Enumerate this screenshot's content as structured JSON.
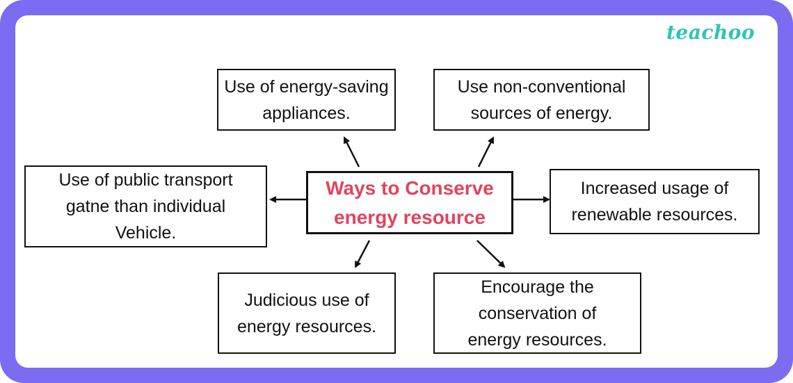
{
  "brand": {
    "logo_text": "teachoo"
  },
  "colors": {
    "frame": "#7b6cf2",
    "center_text": "#e0445e",
    "logo": "#2ec4b6"
  },
  "center": {
    "text": "Ways to Conserve energy resource"
  },
  "nodes": {
    "energy_saving": "Use of energy-saving appliances.",
    "non_conventional": "Use non-conventional sources of energy.",
    "public_transport": "Use of public transport gatne than individual Vehicle.",
    "renewable": "Increased usage of renewable resources.",
    "judicious": "Judicious use of energy resources.",
    "encourage": "Encourage the conservation of energy resources."
  }
}
